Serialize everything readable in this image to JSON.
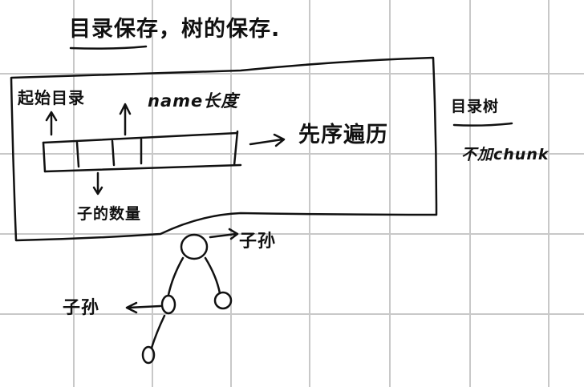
{
  "title": "目录保存，树的保存.",
  "labels": {
    "top_left": "起始目录",
    "name": "name长度",
    "preorder": "先序遍历",
    "child_count": "子的数量",
    "right_title": "目录树",
    "right_sub": "不加chunk",
    "child_right": "子孙",
    "child_left": "子孙"
  },
  "colors": {
    "ink": "#111111",
    "grid": "#c8c8c8"
  }
}
